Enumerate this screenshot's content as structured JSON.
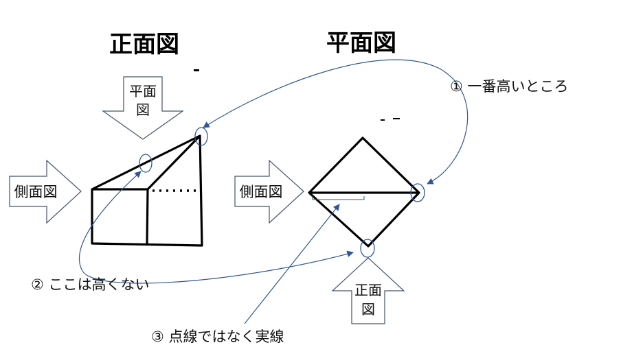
{
  "titles": {
    "front_view": "正面図",
    "top_view": "平面図"
  },
  "arrows": {
    "top_arrow_line1": "平面",
    "top_arrow_line2": "図",
    "side_arrow_left": "側面図",
    "side_arrow_right": "側面図",
    "front_arrow_line1": "正面",
    "front_arrow_line2": "図"
  },
  "notes": {
    "note1": "① 一番高いところ",
    "note2": "② ここは高くない",
    "note3": "③ 点線ではなく実線"
  },
  "colors": {
    "ink": "#000000",
    "annotation": "#2f5597"
  }
}
